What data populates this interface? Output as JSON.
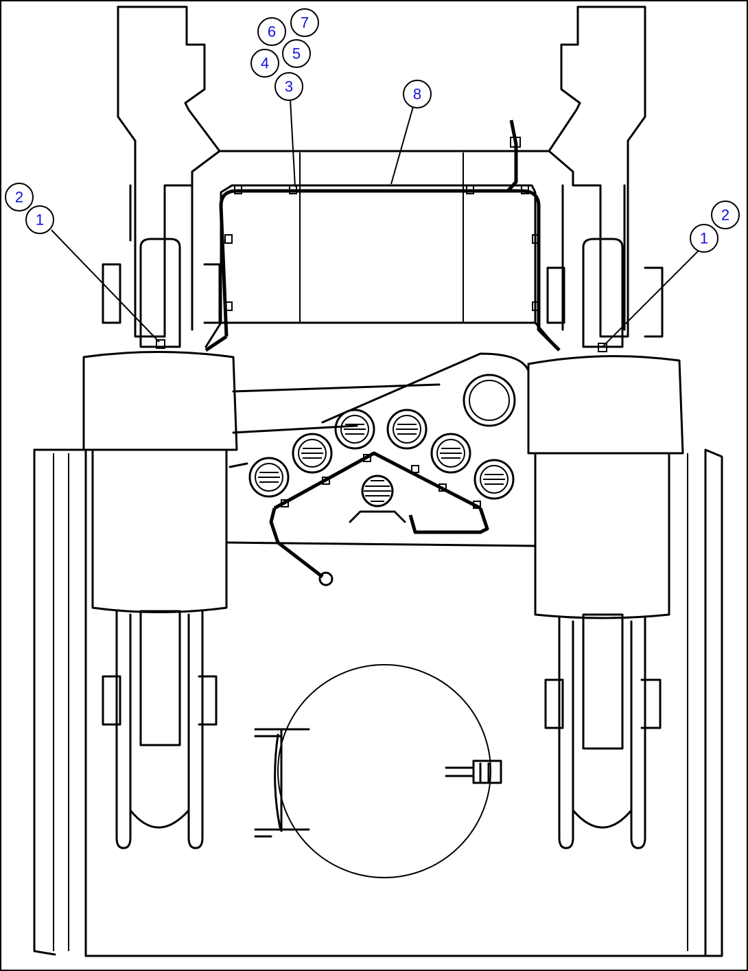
{
  "callouts": {
    "c1": "1",
    "c2": "2",
    "c3": "3",
    "c4": "4",
    "c5": "5",
    "c6": "6",
    "c7": "7",
    "c8": "8"
  },
  "colors": {
    "callout_text": "#1010e0",
    "line": "#000000",
    "background": "#ffffff"
  }
}
